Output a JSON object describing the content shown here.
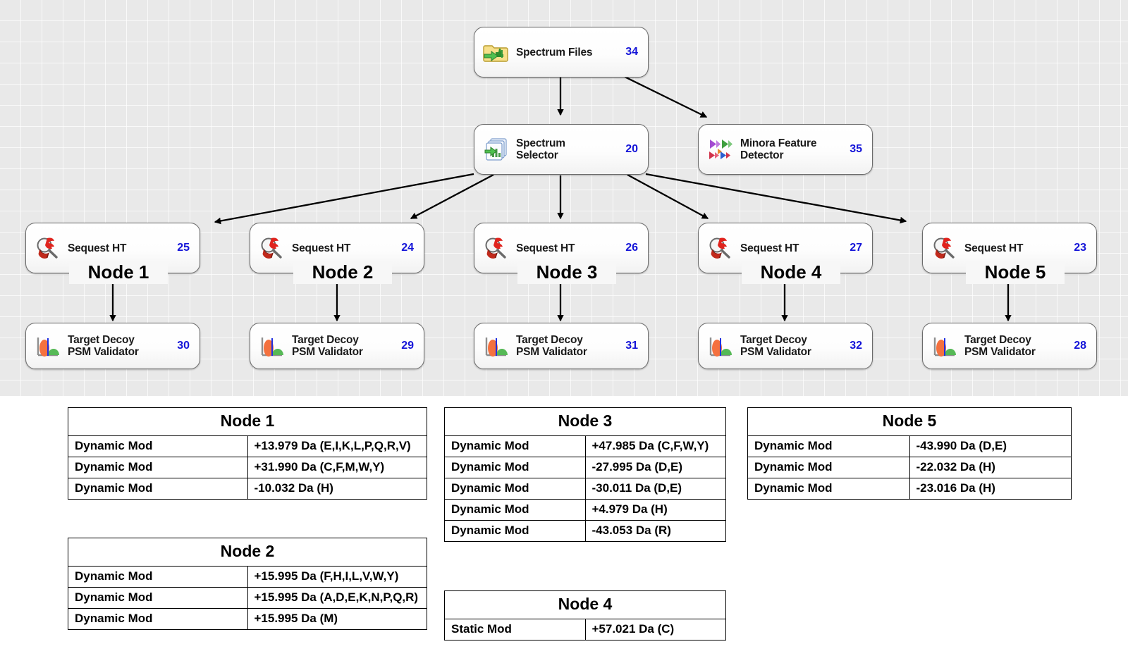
{
  "workflow": {
    "nodes": [
      {
        "id": "spectrum-files",
        "label": "Spectrum Files",
        "number": "34",
        "icon": "spectrum-files-icon"
      },
      {
        "id": "spectrum-selector",
        "label": "Spectrum\nSelector",
        "number": "20",
        "icon": "spectrum-selector-icon"
      },
      {
        "id": "minora",
        "label": "Minora Feature\nDetector",
        "number": "35",
        "icon": "minora-feature-detector-icon"
      },
      {
        "id": "sequest-1",
        "label": "Sequest HT",
        "number": "25",
        "icon": "sequest-ht-icon"
      },
      {
        "id": "sequest-2",
        "label": "Sequest HT",
        "number": "24",
        "icon": "sequest-ht-icon"
      },
      {
        "id": "sequest-3",
        "label": "Sequest HT",
        "number": "26",
        "icon": "sequest-ht-icon"
      },
      {
        "id": "sequest-4",
        "label": "Sequest HT",
        "number": "27",
        "icon": "sequest-ht-icon"
      },
      {
        "id": "sequest-5",
        "label": "Sequest HT",
        "number": "23",
        "icon": "sequest-ht-icon"
      },
      {
        "id": "validator-1",
        "label": "Target Decoy\nPSM Validator",
        "number": "30",
        "icon": "target-decoy-icon"
      },
      {
        "id": "validator-2",
        "label": "Target Decoy\nPSM Validator",
        "number": "29",
        "icon": "target-decoy-icon"
      },
      {
        "id": "validator-3",
        "label": "Target Decoy\nPSM Validator",
        "number": "31",
        "icon": "target-decoy-icon"
      },
      {
        "id": "validator-4",
        "label": "Target Decoy\nPSM Validator",
        "number": "32",
        "icon": "target-decoy-icon"
      },
      {
        "id": "validator-5",
        "label": "Target Decoy\nPSM Validator",
        "number": "28",
        "icon": "target-decoy-icon"
      }
    ],
    "captions": [
      "Node 1",
      "Node 2",
      "Node 3",
      "Node 4",
      "Node 5"
    ],
    "colors": {
      "node_number": "#1414d8",
      "node_border": "#6b6b6b",
      "canvas": "#e9e9e9",
      "wire": "#000000"
    }
  },
  "tables": [
    {
      "title": "Node 1",
      "rows": [
        {
          "type": "Dynamic Mod",
          "value": "+13.979 Da (E,I,K,L,P,Q,R,V)"
        },
        {
          "type": "Dynamic Mod",
          "value": "+31.990 Da (C,F,M,W,Y)"
        },
        {
          "type": "Dynamic Mod",
          "value": "-10.032 Da (H)"
        }
      ]
    },
    {
      "title": "Node 2",
      "rows": [
        {
          "type": "Dynamic Mod",
          "value": "+15.995 Da (F,H,I,L,V,W,Y)"
        },
        {
          "type": "Dynamic Mod",
          "value": "+15.995 Da (A,D,E,K,N,P,Q,R)"
        },
        {
          "type": "Dynamic Mod",
          "value": "+15.995 Da (M)"
        }
      ]
    },
    {
      "title": "Node 3",
      "rows": [
        {
          "type": "Dynamic Mod",
          "value": "+47.985 Da (C,F,W,Y)"
        },
        {
          "type": "Dynamic Mod",
          "value": "-27.995 Da (D,E)"
        },
        {
          "type": "Dynamic Mod",
          "value": "-30.011 Da (D,E)"
        },
        {
          "type": "Dynamic Mod",
          "value": "+4.979 Da (H)"
        },
        {
          "type": "Dynamic Mod",
          "value": "-43.053 Da (R)"
        }
      ]
    },
    {
      "title": "Node 4",
      "rows": [
        {
          "type": "Static Mod",
          "value": "+57.021 Da (C)"
        }
      ]
    },
    {
      "title": "Node 5",
      "rows": [
        {
          "type": "Dynamic Mod",
          "value": "-43.990 Da (D,E)"
        },
        {
          "type": "Dynamic Mod",
          "value": "-22.032 Da (H)"
        },
        {
          "type": "Dynamic Mod",
          "value": "-23.016 Da (H)"
        }
      ]
    }
  ]
}
